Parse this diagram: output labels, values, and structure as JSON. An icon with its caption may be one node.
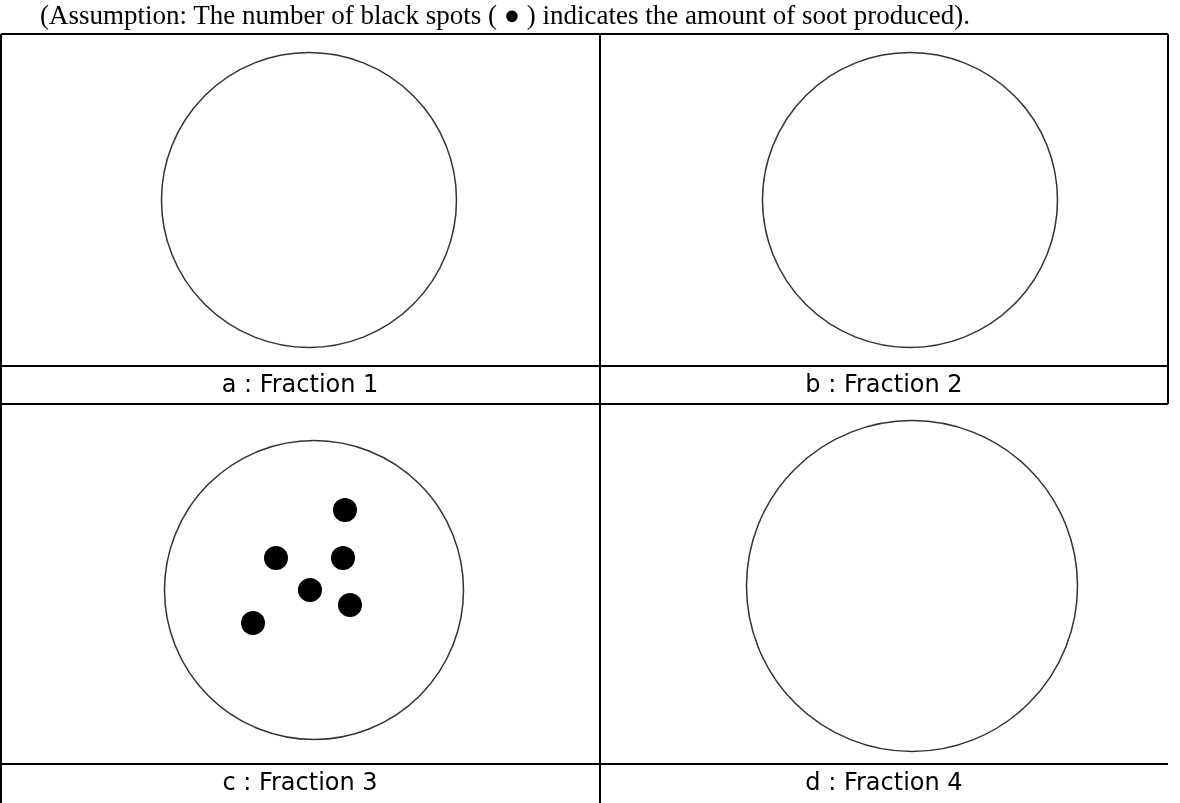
{
  "diagram": {
    "nodes": [
      {
        "text": [],
        "shape": "circle"
      },
      {
        "text": [],
        "shape": "circle"
      },
      {
        "text": [],
        "shape": "circle"
      },
      {
        "text": [],
        "shape": "circle"
      },
      {
        "text": [],
        "shape": "dot",
        "in": 2
      },
      {
        "text": [],
        "shape": "dot",
        "in": 2
      },
      {
        "text": [],
        "shape": "dot",
        "in": 2
      },
      {
        "text": [],
        "shape": "dot",
        "in": 2
      },
      {
        "text": [],
        "shape": "dot",
        "in": 2
      },
      {
        "text": [],
        "shape": "dot",
        "in": 2
      }
    ],
    "edges": [],
    "labels": [
      "(Assumption: The number of black spots ( ● ) indicates the amount of soot produced).",
      "a : Fraction 1",
      "b : Fraction 2",
      "c : Fraction 3",
      "d : Fraction 4"
    ]
  }
}
